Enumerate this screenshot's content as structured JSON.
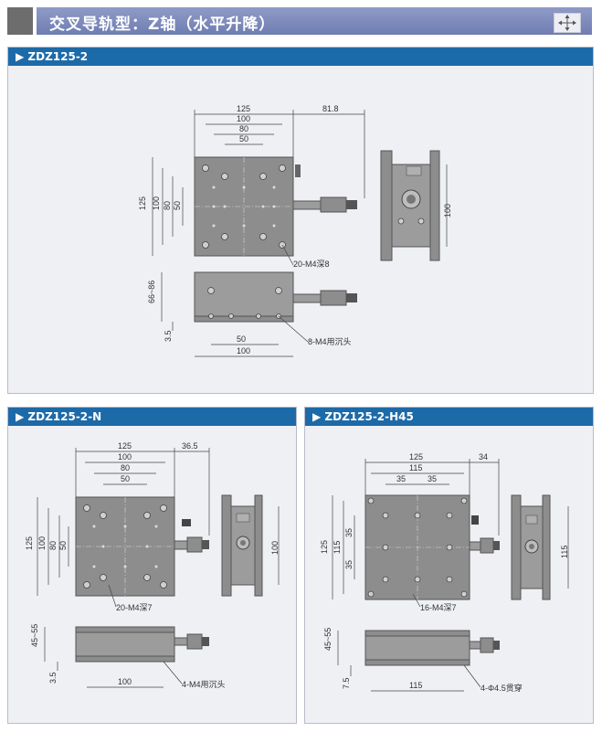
{
  "header": {
    "title": "交叉导轨型：Z轴（水平升降）",
    "icon": "move-arrows-icon"
  },
  "panels": [
    {
      "label": "ZDZ125-2",
      "top_dims": [
        "125",
        "100",
        "80",
        "50",
        "81.8"
      ],
      "left_dims": [
        "125",
        "100",
        "80",
        "50"
      ],
      "side_dim": "100",
      "hole_note": "20-M4深8",
      "height_dims": [
        "66~86",
        "3.5"
      ],
      "bottom_dims": [
        "50",
        "100"
      ],
      "bottom_note": "8-M4用沉头"
    },
    {
      "label": "ZDZ125-2-N",
      "top_dims": [
        "125",
        "100",
        "80",
        "50",
        "36.5"
      ],
      "left_dims": [
        "125",
        "100",
        "80",
        "50"
      ],
      "side_dim": "100",
      "hole_note": "20-M4深7",
      "height_dims": [
        "45~55",
        "3.5"
      ],
      "bottom_dims": [
        "100"
      ],
      "bottom_note": "4-M4用沉头"
    },
    {
      "label": "ZDZ125-2-H45",
      "top_dims": [
        "125",
        "115",
        "35",
        "35",
        "34"
      ],
      "left_dims": [
        "125",
        "115",
        "35",
        "35"
      ],
      "side_dim": "115",
      "hole_note": "16-M4深7",
      "height_dims": [
        "45~55",
        "7.5"
      ],
      "bottom_dims": [
        "115"
      ],
      "bottom_note": "4-Φ4.5贯穿"
    }
  ]
}
